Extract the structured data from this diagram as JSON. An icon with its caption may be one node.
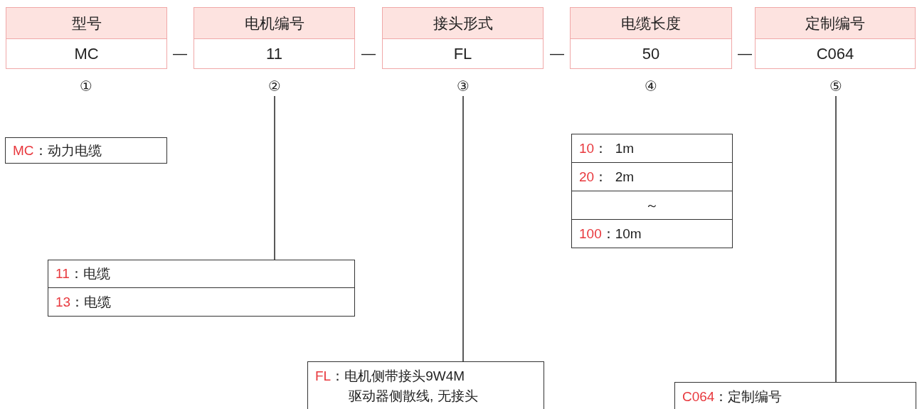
{
  "diagram": {
    "nodes": [
      {
        "text": [
          "型号",
          "MC"
        ]
      },
      {
        "text": [
          "电机编号",
          "11"
        ]
      },
      {
        "text": [
          "接头形式",
          "FL"
        ]
      },
      {
        "text": [
          "电缆长度",
          "50"
        ]
      },
      {
        "text": [
          "定制编号",
          "C064"
        ]
      },
      {
        "text": [
          "①"
        ]
      },
      {
        "text": [
          "②"
        ]
      },
      {
        "text": [
          "③"
        ]
      },
      {
        "text": [
          "④"
        ]
      },
      {
        "text": [
          "⑤"
        ]
      },
      {
        "text": [
          "MC",
          "：动力电缆"
        ]
      },
      {
        "text": [
          "10",
          "：  1m"
        ]
      },
      {
        "text": [
          "20",
          "：  2m"
        ]
      },
      {
        "text": [
          "～"
        ]
      },
      {
        "text": [
          "100",
          "：10m"
        ]
      },
      {
        "text": [
          "11",
          "：电缆"
        ]
      },
      {
        "text": [
          "13",
          "：电缆"
        ]
      },
      {
        "text": [
          "FL",
          "：电机侧带接头9W4M",
          "驱动器侧散线, 无接头"
        ]
      },
      {
        "text": [
          "C064",
          "：定制编号"
        ]
      }
    ],
    "edges": [
      {
        "from": 6,
        "to": 15,
        "arrow": "none"
      },
      {
        "from": 7,
        "to": 17,
        "arrow": "none"
      },
      {
        "from": 9,
        "to": 18,
        "arrow": "none"
      }
    ],
    "labels": [
      "—",
      "—",
      "—",
      "—"
    ]
  }
}
